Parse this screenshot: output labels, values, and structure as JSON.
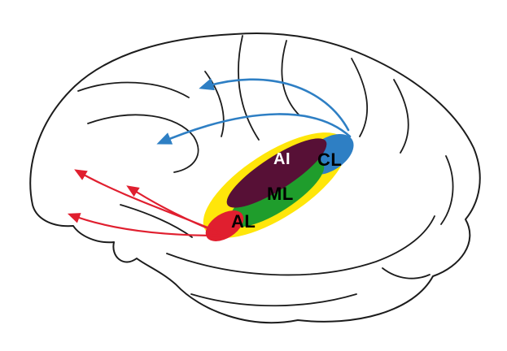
{
  "figure": {
    "description": "Lateral view line drawing of a primate brain with auditory cortex core and belt regions highlighted on the superior temporal plane, with projection arrows",
    "background": "#ffffff",
    "outline_color": "#1c1c1c",
    "belt": {
      "name": "belt-region",
      "color": "#ffe60a"
    },
    "regions": [
      {
        "id": "AI",
        "label": "AI",
        "color": "#571036",
        "label_color": "#ffffff"
      },
      {
        "id": "CL",
        "label": "CL",
        "color": "#2e7fc4",
        "label_color": "#000000"
      },
      {
        "id": "ML",
        "label": "ML",
        "color": "#1f9d2c",
        "label_color": "#000000"
      },
      {
        "id": "AL",
        "label": "AL",
        "color": "#e01f2f",
        "label_color": "#000000"
      }
    ],
    "connections": {
      "caudal_projections": {
        "color": "#2e7fc4",
        "count": 2
      },
      "rostral_projections": {
        "color": "#e01f2f",
        "count": 3
      }
    }
  }
}
